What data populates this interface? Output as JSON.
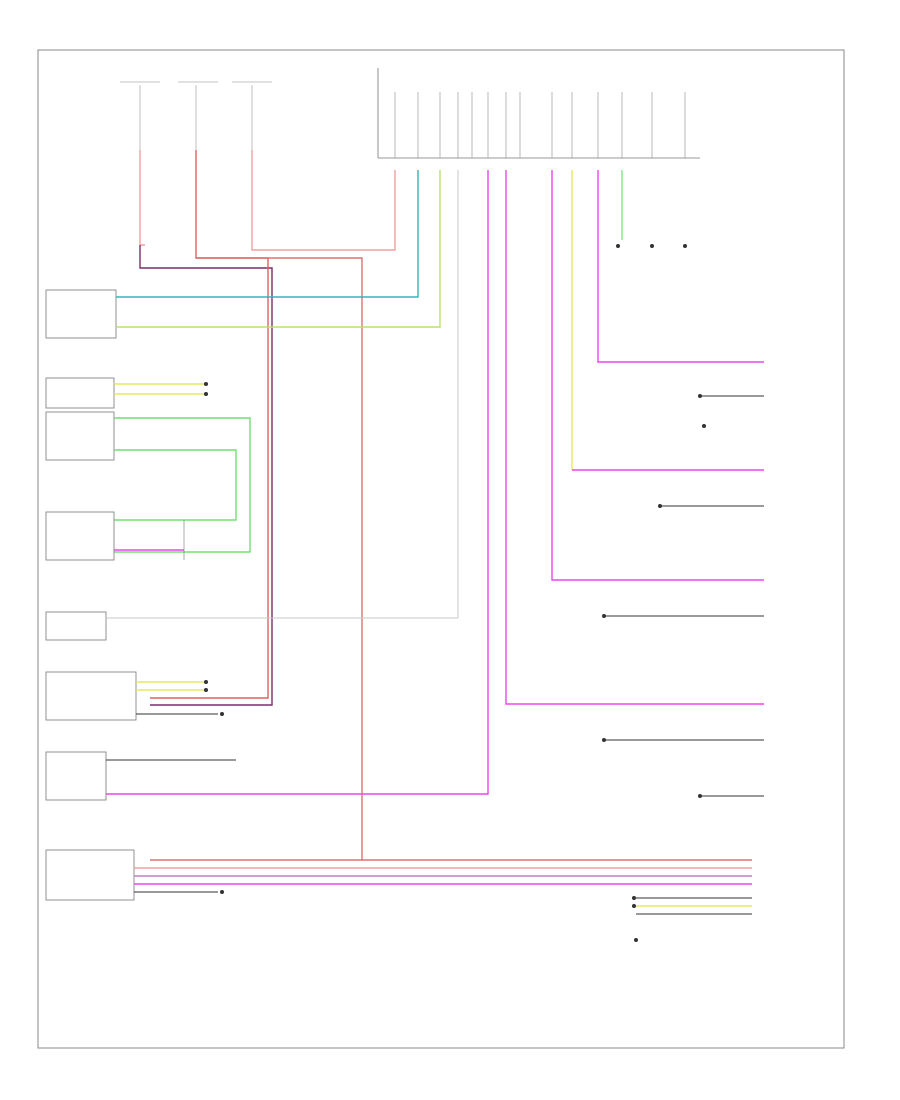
{
  "diagram": {
    "page_marker": "",
    "colors": {
      "frame": "#888888",
      "pink": "#f0a0a0",
      "red": "#e06060",
      "dark_red": "#a03050",
      "purple": "#7a2e6a",
      "magenta": "#ee44ee",
      "teal": "#33b5b5",
      "lime": "#b8e070",
      "yellow": "#e8e860",
      "green": "#70e070",
      "gray": "#c8c8c8",
      "black": "#333333"
    },
    "components": [
      {
        "id": "top-fuse-1",
        "text": ""
      },
      {
        "id": "top-fuse-2",
        "text": ""
      },
      {
        "id": "top-fuse-3",
        "text": ""
      },
      {
        "id": "top-note",
        "text": ""
      },
      {
        "id": "body-control-module",
        "text": ""
      },
      {
        "id": "left-module-1",
        "text": ""
      },
      {
        "id": "left-module-1-caption",
        "text": ""
      },
      {
        "id": "left-connector-group-1",
        "text": ""
      },
      {
        "id": "left-connector-group-2",
        "text": ""
      },
      {
        "id": "left-module-2",
        "text": ""
      },
      {
        "id": "left-module-2-caption",
        "text": ""
      },
      {
        "id": "left-module-3",
        "text": ""
      },
      {
        "id": "left-module-3-caption",
        "text": ""
      },
      {
        "id": "left-module-4",
        "text": ""
      },
      {
        "id": "left-module-4-caption",
        "text": ""
      },
      {
        "id": "left-module-5",
        "text": ""
      },
      {
        "id": "left-module-5-caption",
        "text": ""
      },
      {
        "id": "bottom-left-module",
        "text": ""
      },
      {
        "id": "bottom-left-module-caption",
        "text": ""
      },
      {
        "id": "right-target-1",
        "text": ""
      },
      {
        "id": "right-target-2",
        "text": ""
      },
      {
        "id": "right-target-3",
        "text": ""
      },
      {
        "id": "right-target-4",
        "text": ""
      },
      {
        "id": "right-target-5",
        "text": ""
      },
      {
        "id": "right-target-6",
        "text": ""
      },
      {
        "id": "right-target-7",
        "text": ""
      },
      {
        "id": "right-target-8",
        "text": ""
      },
      {
        "id": "right-target-9",
        "text": ""
      },
      {
        "id": "right-bottom-module",
        "text": ""
      },
      {
        "id": "ground-1",
        "text": ""
      },
      {
        "id": "ground-2",
        "text": ""
      },
      {
        "id": "ground-3",
        "text": ""
      },
      {
        "id": "ground-4",
        "text": ""
      },
      {
        "id": "ground-5",
        "text": ""
      },
      {
        "id": "ground-6",
        "text": ""
      },
      {
        "id": "ground-7",
        "text": ""
      }
    ],
    "wires": [
      {
        "id": "w-pink-fuse1",
        "color": "pink"
      },
      {
        "id": "w-red-fuse2",
        "color": "red"
      },
      {
        "id": "w-purple-fuse1",
        "color": "purple"
      },
      {
        "id": "w-lightpink-fuse3",
        "color": "pink"
      },
      {
        "id": "w-teal",
        "color": "teal"
      },
      {
        "id": "w-lime",
        "color": "lime"
      },
      {
        "id": "w-yellow-right",
        "color": "yellow"
      },
      {
        "id": "w-magenta-right-1",
        "color": "magenta"
      },
      {
        "id": "w-magenta-right-2",
        "color": "magenta"
      },
      {
        "id": "w-magenta-right-3",
        "color": "magenta"
      },
      {
        "id": "w-magenta-left",
        "color": "magenta"
      },
      {
        "id": "w-green-1",
        "color": "green"
      },
      {
        "id": "w-green-2",
        "color": "green"
      },
      {
        "id": "w-yellow-left",
        "color": "yellow"
      },
      {
        "id": "w-gray-bus",
        "color": "gray"
      },
      {
        "id": "w-bottom-bus",
        "color": "red"
      }
    ]
  }
}
